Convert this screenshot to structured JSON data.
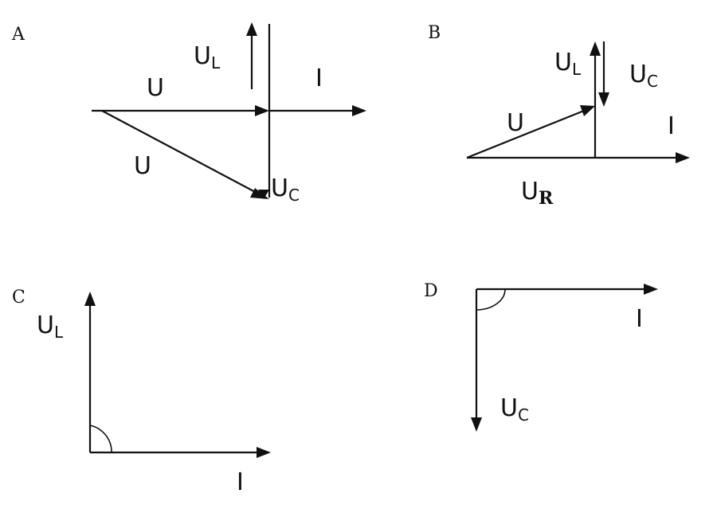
{
  "panels": {
    "A": {
      "label": "A",
      "vectors": {
        "UL": "U",
        "UL_sub": "L",
        "I": "I",
        "U_top": "U",
        "U_diag": "U",
        "UC": "U",
        "UC_sub": "C"
      }
    },
    "B": {
      "label": "B",
      "vectors": {
        "UL": "U",
        "UL_sub": "L",
        "UC": "U",
        "UC_sub": "C",
        "U": "U",
        "I": "I",
        "UR": "U",
        "UR_sub": "R"
      }
    },
    "C": {
      "label": "C",
      "vectors": {
        "UL": "U",
        "UL_sub": "L",
        "I": "I"
      }
    },
    "D": {
      "label": "D",
      "vectors": {
        "I": "I",
        "UC": "U",
        "UC_sub": "C"
      }
    }
  }
}
